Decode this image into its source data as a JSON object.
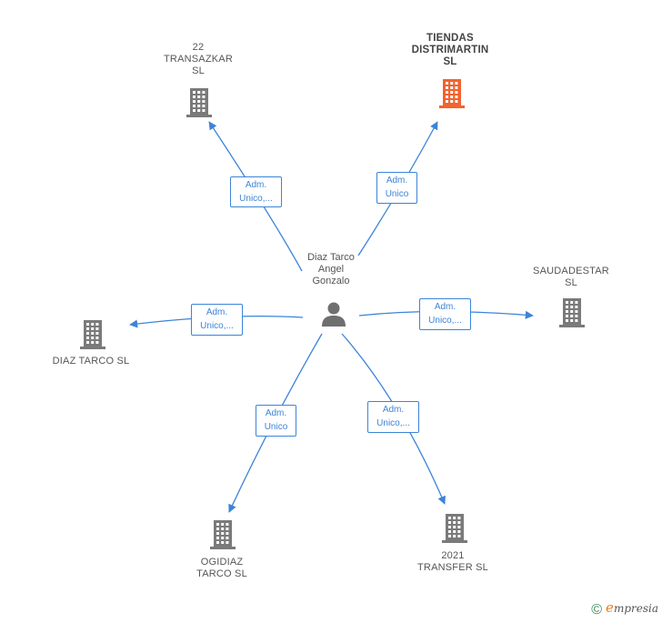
{
  "center": {
    "lines": [
      "Diaz Tarco",
      "Angel",
      "Gonzalo"
    ],
    "icon": "person-icon"
  },
  "companies": [
    {
      "id": "transazkar",
      "lines": [
        "22",
        "TRANSAZKAR",
        "SL"
      ],
      "role": [
        "Adm.",
        "Unico,..."
      ],
      "color": "#7a7a7a"
    },
    {
      "id": "distrimartin",
      "lines": [
        "TIENDAS",
        "DISTRIMARTIN",
        "SL"
      ],
      "role": [
        "Adm.",
        "Unico"
      ],
      "color": "#f2632e"
    },
    {
      "id": "saudadestar",
      "lines": [
        "SAUDADESTAR",
        "SL"
      ],
      "role": [
        "Adm.",
        "Unico,..."
      ],
      "color": "#7a7a7a"
    },
    {
      "id": "diaz-tarco",
      "lines": [
        "DIAZ TARCO SL"
      ],
      "role": [
        "Adm.",
        "Unico,..."
      ],
      "color": "#7a7a7a"
    },
    {
      "id": "ogidiaz",
      "lines": [
        "OGIDIAZ",
        "TARCO SL"
      ],
      "role": [
        "Adm.",
        "Unico"
      ],
      "color": "#7a7a7a"
    },
    {
      "id": "transfer",
      "lines": [
        "2021",
        "TRANSFER  SL"
      ],
      "role": [
        "Adm.",
        "Unico,..."
      ],
      "color": "#7a7a7a"
    }
  ],
  "colors": {
    "edge": "#3c84d8",
    "building_default": "#7a7a7a",
    "building_highlight": "#f2632e"
  },
  "brand": {
    "copyright": "©",
    "e": "e",
    "name": "mpresia"
  }
}
